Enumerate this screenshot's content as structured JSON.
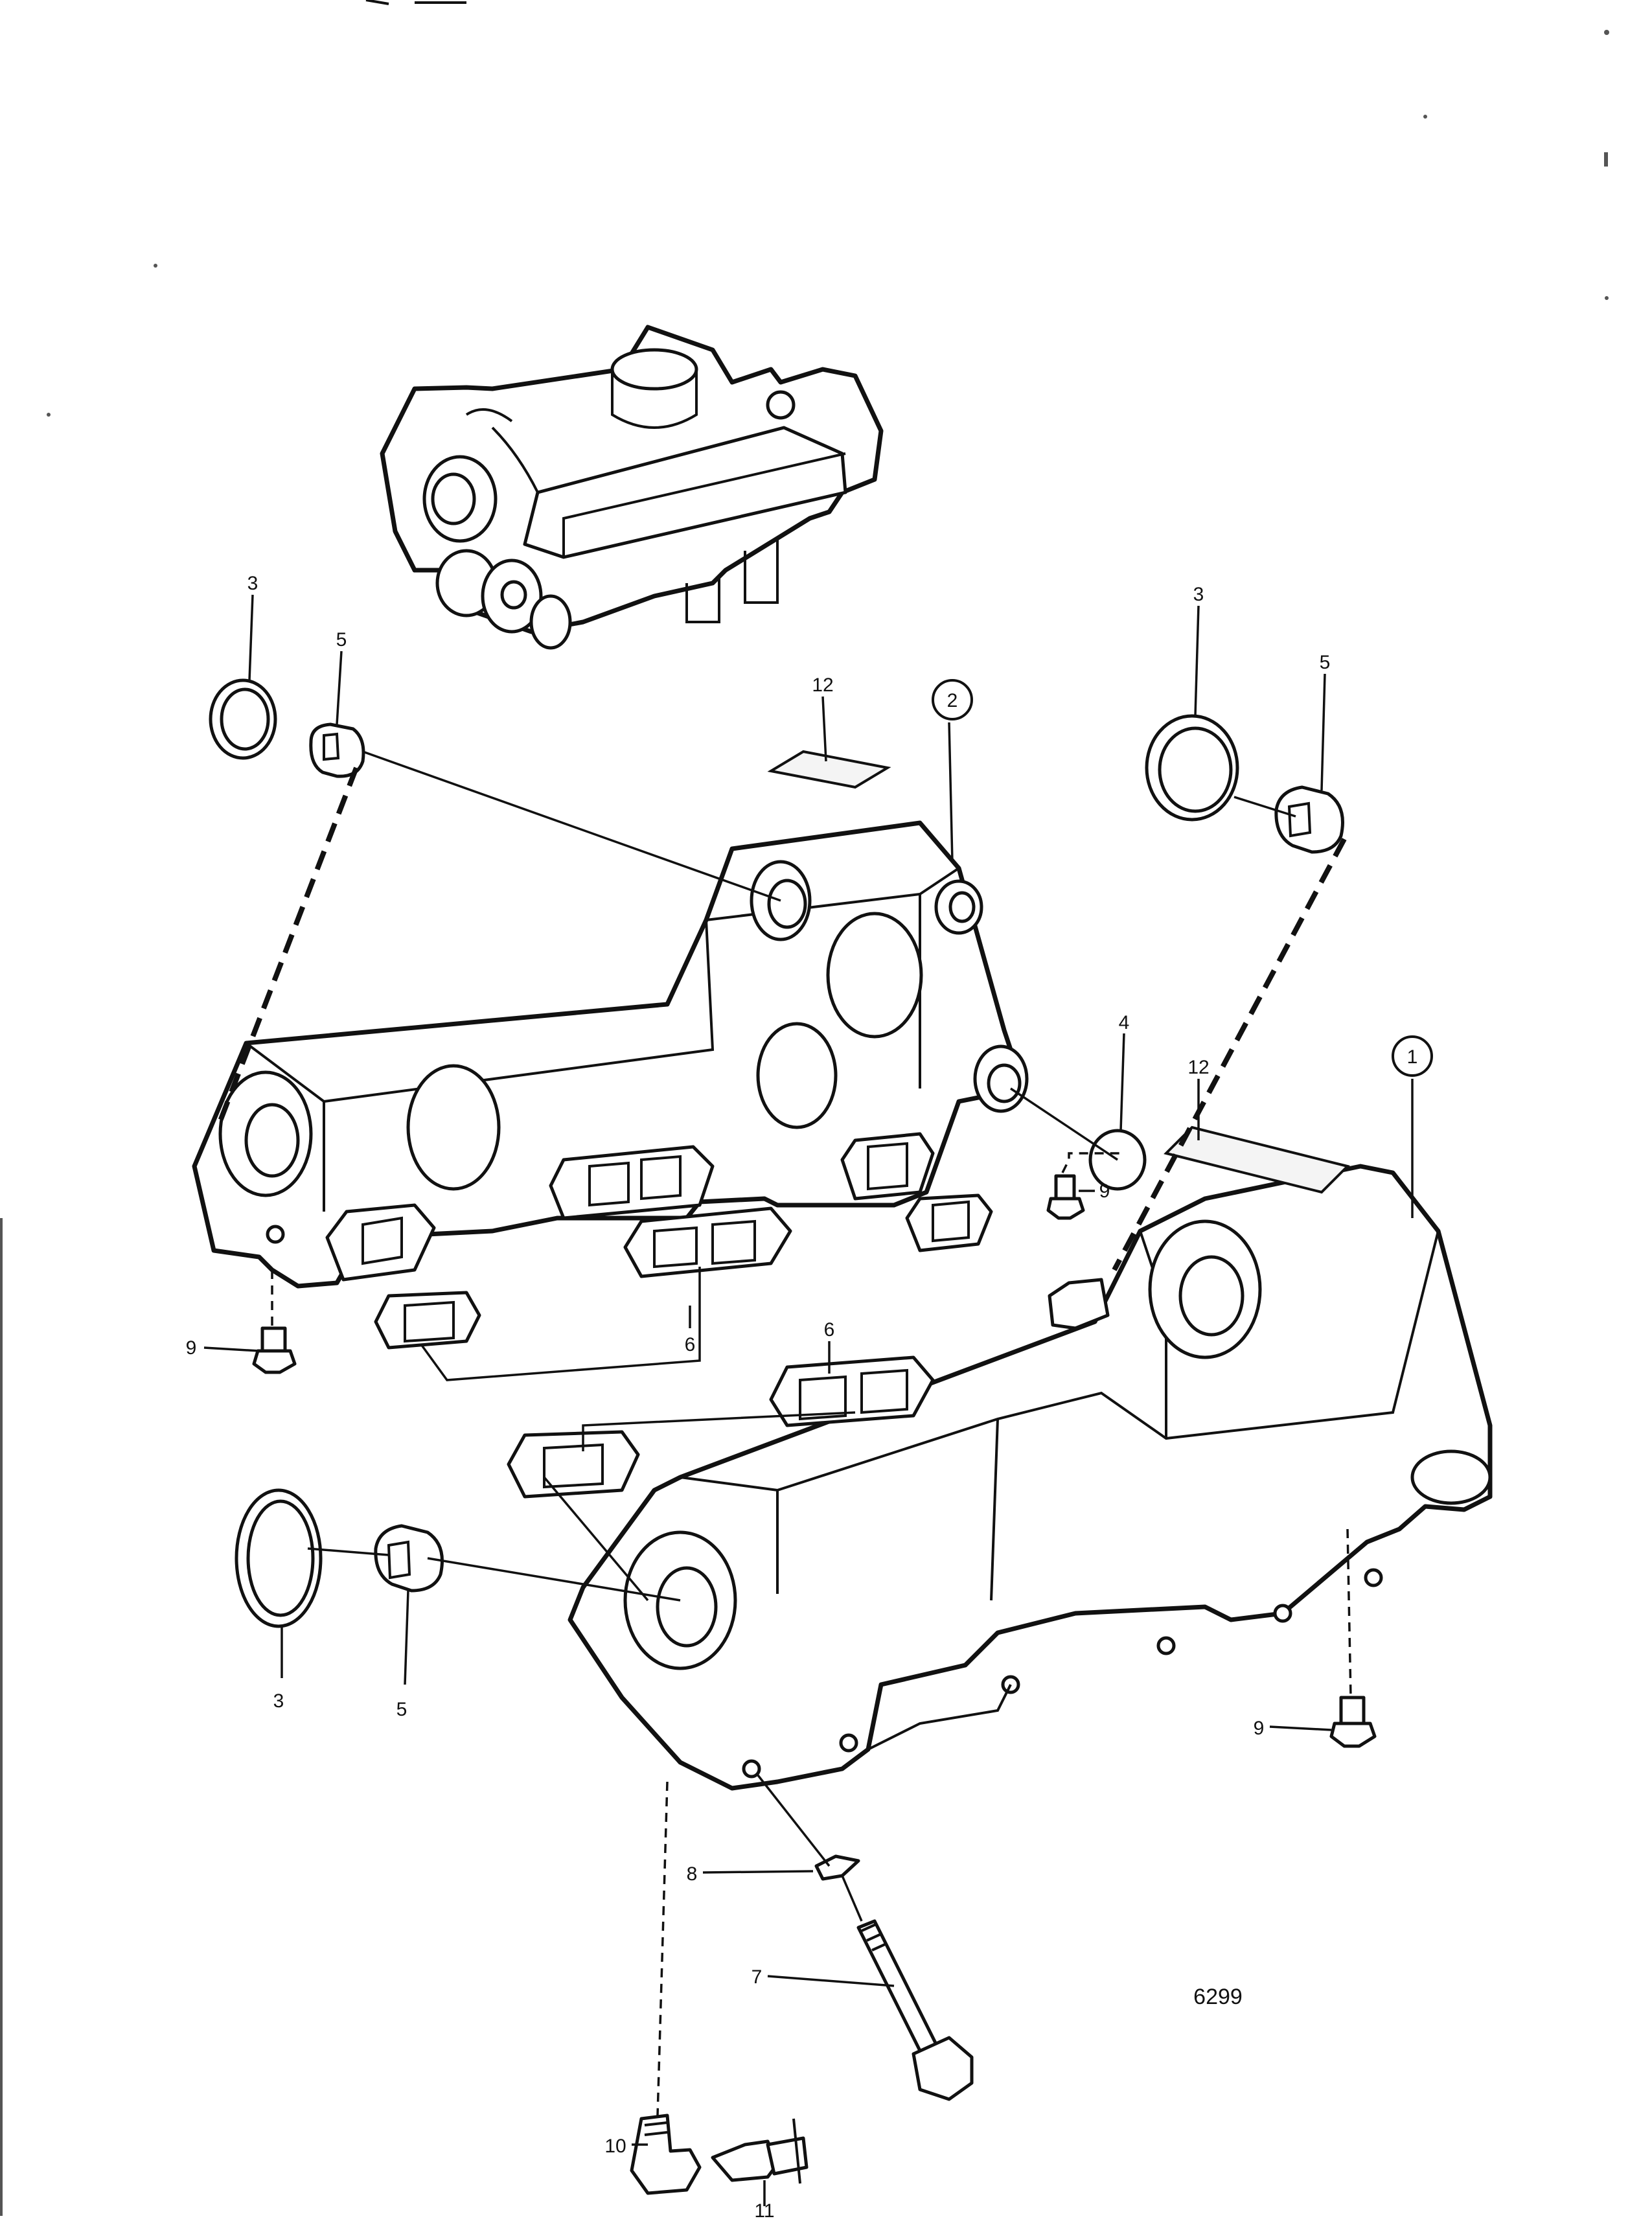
{
  "figure_number": "6299",
  "callouts": {
    "c1": "1",
    "c2": "2",
    "c3a": "3",
    "c3b": "3",
    "c3c": "3",
    "c4": "4",
    "c5a": "5",
    "c5b": "5",
    "c5c": "5",
    "c6a": "6",
    "c6b": "6",
    "c7": "7",
    "c8": "8",
    "c9a": "9",
    "c9b": "9",
    "c9c": "9",
    "c10": "10",
    "c11": "11",
    "c12a": "12",
    "c12b": "12"
  }
}
